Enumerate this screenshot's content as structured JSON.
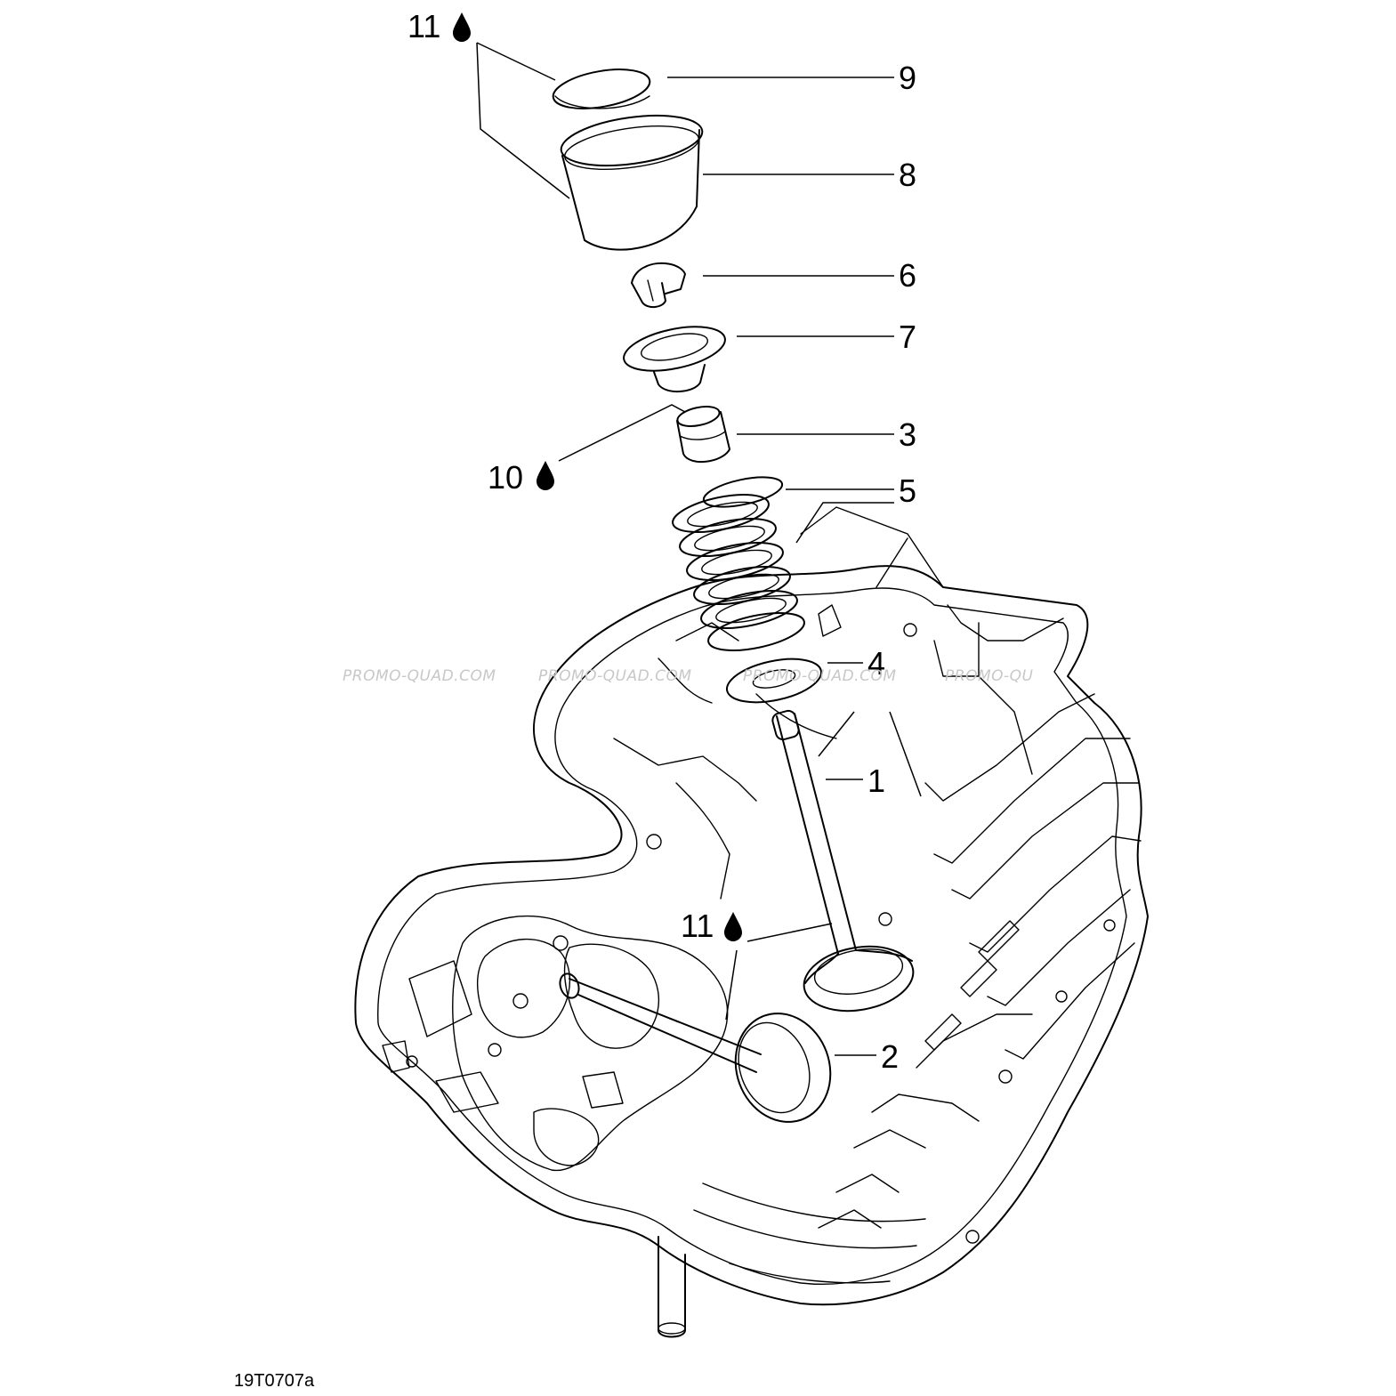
{
  "callouts": {
    "c1": "1",
    "c2": "2",
    "c3": "3",
    "c4": "4",
    "c5": "5",
    "c6": "6",
    "c7": "7",
    "c8": "8",
    "c9": "9",
    "c10": "10",
    "c11_top": "11",
    "c11_mid": "11"
  },
  "icons": {
    "lubricant": "oil-drop-icon"
  },
  "reference_code": "19T0707a",
  "watermark": [
    "PROMO-QUAD.COM",
    "PROMO-QUAD.COM",
    "PROMO-QUAD.COM",
    "PROMO-QU"
  ]
}
